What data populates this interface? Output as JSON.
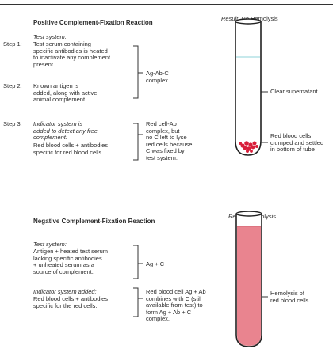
{
  "positive": {
    "title": "Positive Complement-Fixation Reaction",
    "result_prefix": "Result:",
    "result_value": " No Hemolysis",
    "steps": [
      {
        "label": "Step 1:",
        "heading": "Test system:",
        "text": "Test serum containing\nspecific antibodies is heated\nto inactivate any complement\npresent."
      },
      {
        "label": "Step 2:",
        "heading": "",
        "text": "Known antigen is\nadded, along with active\nanimal complement."
      },
      {
        "label": "Step 3:",
        "heading": "Indicator system is\nadded to detect any free\ncomplement:",
        "text": "Red blood cells + antibodies\nspecific for red blood cells."
      }
    ],
    "complex_label": "Ag-Ab-C\ncomplex",
    "step3_note": "Red cell-Ab\ncomplex, but\nno C left to lyse\nred cells because\nC was fixed by\ntest system.",
    "tube_labels": {
      "supernatant": "Clear supernatant",
      "cells": "Red blood cells\nclumped and settled\nin bottom of tube"
    }
  },
  "negative": {
    "title": "Negative Complement-Fixation Reaction",
    "result_prefix": "Result:",
    "result_value": " Hemolysis",
    "test_heading": "Test system:",
    "test_text": "Antigen + heated test serum\nlacking specific antibodies\n+ unheated serum as a\nsource of complement.",
    "test_result": "Ag + C",
    "indicator_heading": "Indicator system added:",
    "indicator_text": "Red blood cells + antibodies\nspecific for the red cells.",
    "indicator_result": "Red blood cell Ag + Ab\ncombines with C (still\navailable from test) to\nform Ag + Ab + C\ncomplex.",
    "tube_label": "Hemolysis of\nred blood cells"
  },
  "colors": {
    "tube_outline": "#222222",
    "supernatant_line": "#8fd3d8",
    "red_cells": "#d81e3a",
    "hemolysis_fill": "#e9848f"
  }
}
